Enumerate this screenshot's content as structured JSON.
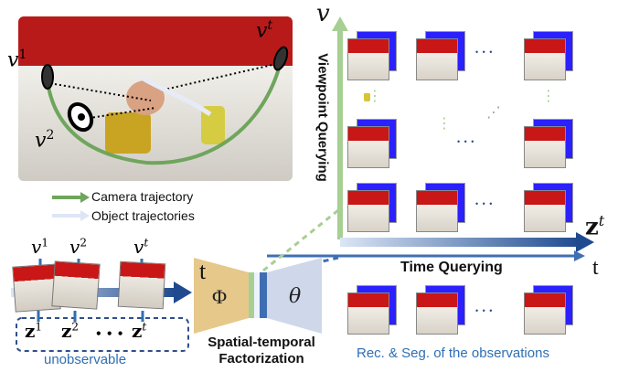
{
  "labels": {
    "v": "v",
    "v1": "v",
    "v1_sup": "1",
    "v2": "v",
    "v2_sup": "2",
    "vt": "v",
    "vt_sup": "t",
    "camera_traj": "Camera trajectory",
    "object_traj": "Object trajectories",
    "viewpoint_querying": "Viewpoint Querying",
    "time_querying": "Time Querying",
    "z_axis": "z",
    "z_axis_sup": "t",
    "t_axis": "t",
    "t_top": "t",
    "phi": "Φ",
    "theta": "θ",
    "factorization_line1": "Spatial-temporal",
    "factorization_line2": "Factorization",
    "z1": "z",
    "z1_sup": "1",
    "z2": "z",
    "z2_sup": "2",
    "zt": "z",
    "zt_sup": "t",
    "z_dots": "• • •",
    "unobservable": "unobservable",
    "rec_seg": "Rec. & Seg. of the observations",
    "dots": "• • •"
  },
  "colors": {
    "green": "#7ab06a",
    "blue": "#1f4a8f",
    "light_blue": "#9bb7dd",
    "red_wall": "#c91616",
    "seg_blue": "#2b20ff"
  }
}
